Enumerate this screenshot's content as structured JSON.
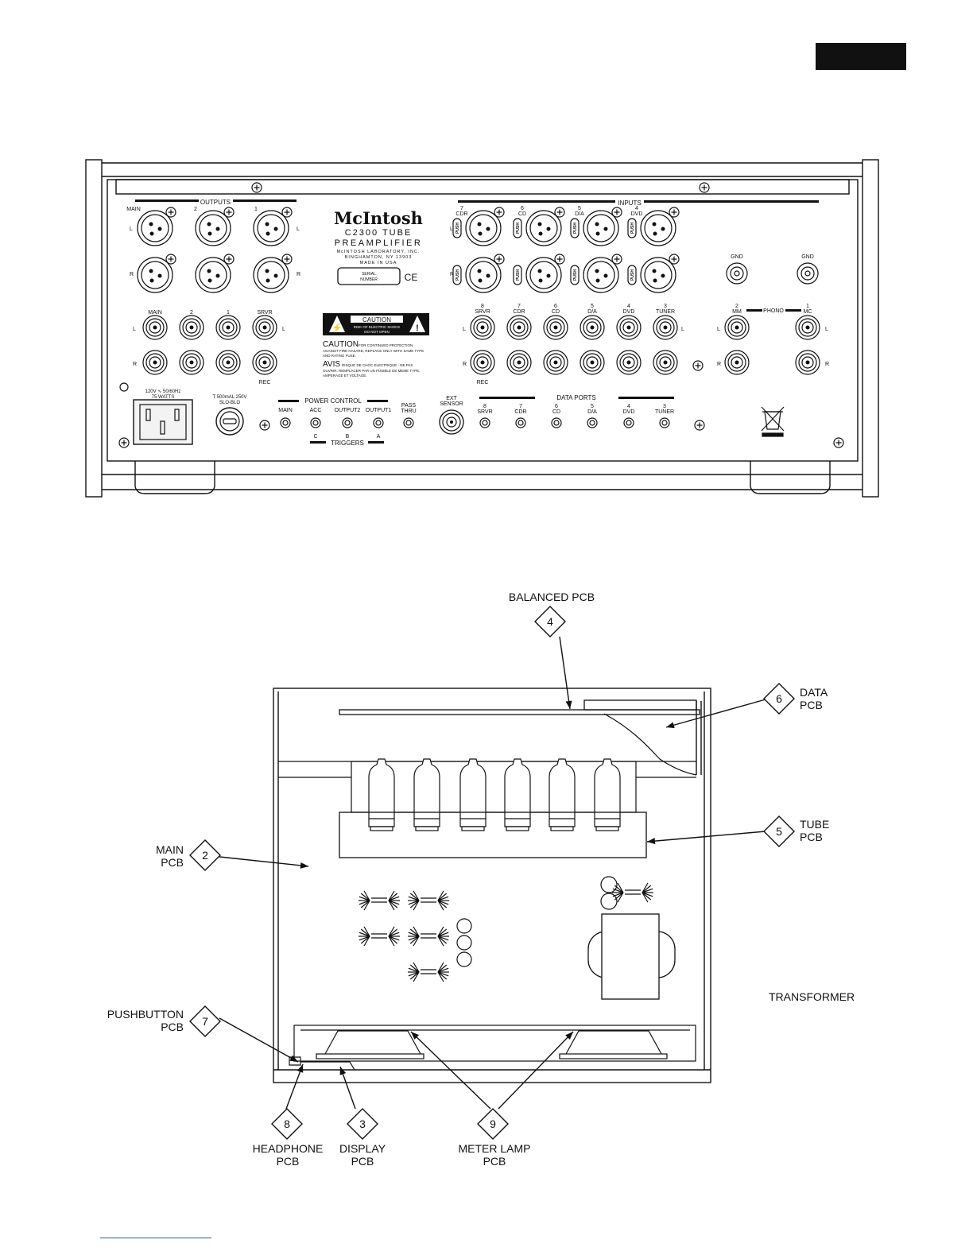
{
  "rear_panel": {
    "brand": "McIntosh",
    "model": "C2300 TUBE",
    "type": "PREAMPLIFIER",
    "address": [
      "McINTOSH LABORATORY, INC.",
      "BINGHAMTON, NY 13903",
      "MADE IN USA"
    ],
    "serial_label": [
      "SERIAL",
      "NUMBER"
    ],
    "ce_mark": "CE",
    "outputs_header": "OUTPUTS",
    "output_xlr_labels": [
      "MAIN",
      "2",
      "1"
    ],
    "inputs_header": "INPUTS",
    "input_xlr_labels": [
      [
        "7",
        "CDR"
      ],
      [
        "6",
        "CD"
      ],
      [
        "5",
        "D/A"
      ],
      [
        "4",
        "DVD"
      ]
    ],
    "push_label": "PUSH",
    "gnd_label": "GND",
    "left_label": "L",
    "right_label": "R",
    "rec_label": "REC",
    "rca_output_labels": [
      "MAIN",
      "2",
      "1",
      "SRVR"
    ],
    "rca_input_labels": [
      [
        "8",
        "SRVR"
      ],
      [
        "7",
        "CDR"
      ],
      [
        "6",
        "CD"
      ],
      [
        "5",
        "D/A"
      ],
      [
        "4",
        "DVD"
      ],
      [
        "3",
        "TUNER"
      ]
    ],
    "phono_labels": [
      [
        "2",
        "MM"
      ],
      [
        "1",
        "MC"
      ]
    ],
    "phono_header": "PHONO",
    "caution": {
      "box_title": "CAUTION",
      "box_lines": [
        "RISK OF ELECTRIC SHOCK",
        "DO NOT OPEN"
      ],
      "caution_word": "CAUTION",
      "caution_lines": [
        "FOR CONTINUED PROTECTION",
        "AGAINST FIRE HAZARD, REPLACE ONLY WITH SAME TYPE",
        "AND RATING FUSE."
      ],
      "avis_word": "AVIS",
      "avis_lines": [
        "RISQUE DE CHOC ELECTRIQUE - NE PAS",
        "OUVRIR. REMPLACER PAR UN FUSIBLE DE  MEME TYPE,",
        "AMPERAGE ET VOLTAGE."
      ]
    },
    "power_rating": [
      "120V ∿ 50/60Hz",
      "75 WATTS"
    ],
    "fuse_rating": [
      "T 500mAL 250V",
      "SLO-BLO"
    ],
    "power_control_header": "POWER CONTROL",
    "power_control_labels": [
      "MAIN",
      "ACC",
      "OUTPUT2",
      "OUTPUT1"
    ],
    "pass_thru": [
      "PASS",
      "THRU"
    ],
    "trigger_letters": [
      "C",
      "B",
      "A"
    ],
    "triggers_header": "TRIGGERS",
    "ext_sensor": [
      "EXT",
      "SENSOR"
    ],
    "data_ports_header": "DATA PORTS",
    "data_port_labels": [
      [
        "8",
        "SRVR"
      ],
      [
        "7",
        "CDR"
      ],
      [
        "6",
        "CD"
      ],
      [
        "5",
        "D/A"
      ],
      [
        "4",
        "DVD"
      ],
      [
        "3",
        "TUNER"
      ]
    ]
  },
  "top_view": {
    "callouts": [
      {
        "number": "4",
        "lines": [
          "BALANCED  PCB"
        ]
      },
      {
        "number": "6",
        "lines": [
          "DATA",
          "PCB"
        ]
      },
      {
        "number": "5",
        "lines": [
          "TUBE",
          "PCB"
        ]
      },
      {
        "number": "2",
        "lines": [
          "MAIN",
          "PCB"
        ]
      },
      {
        "number": "7",
        "lines": [
          "PUSHBUTTON",
          "PCB"
        ]
      },
      {
        "number": "8",
        "lines": [
          "HEADPHONE",
          "PCB"
        ]
      },
      {
        "number": "3",
        "lines": [
          "DISPLAY",
          "PCB"
        ]
      },
      {
        "number": "9",
        "lines": [
          "METER  LAMP",
          "PCB"
        ]
      }
    ],
    "transformer_label": "TRANSFORMER"
  }
}
